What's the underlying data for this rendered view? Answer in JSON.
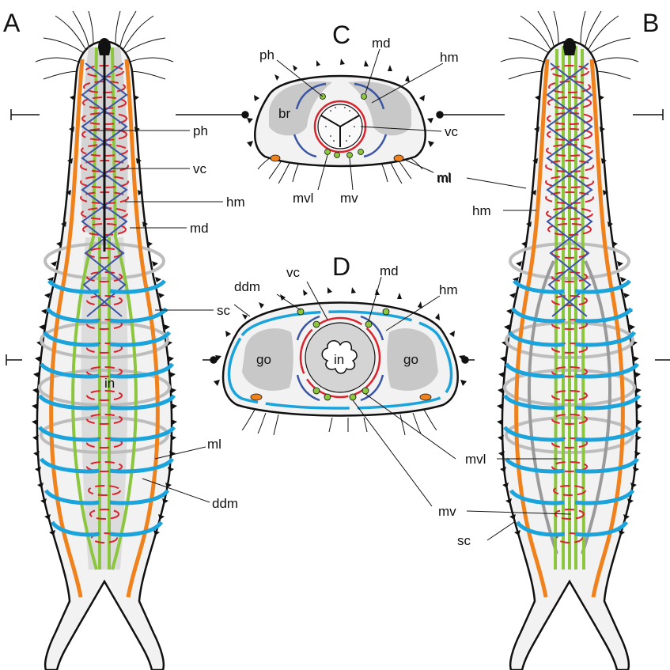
{
  "figure": {
    "panels": {
      "A": "A",
      "B": "B",
      "C": "C",
      "D": "D"
    },
    "labels": {
      "A": {
        "ph": "ph",
        "vc": "vc",
        "hm": "hm",
        "md": "md",
        "sc": "sc",
        "in": "in",
        "ml": "ml",
        "ddm": "ddm"
      },
      "B": {
        "ml": "ml",
        "hm": "hm",
        "mvl": "mvl",
        "mv": "mv",
        "sc": "sc"
      },
      "C": {
        "ph": "ph",
        "md": "md",
        "hm": "hm",
        "br": "br",
        "vc": "vc",
        "ml": "ml",
        "mvl": "mvl",
        "mv": "mv"
      },
      "D": {
        "ddm": "ddm",
        "vc": "vc",
        "md": "md",
        "hm": "hm",
        "go": "go",
        "go2": "go",
        "in": "in"
      }
    },
    "colors": {
      "circular_muscle_sc": "#1ba3dc",
      "longitudinal_ml": "#f0821e",
      "dorsoventral_green": "#8cc63f",
      "red_muscle": "#d9232d",
      "helical_hm": "#3a55a4",
      "organ_fill": "#c8c8c8",
      "body_fill": "#f2f2f2"
    }
  }
}
